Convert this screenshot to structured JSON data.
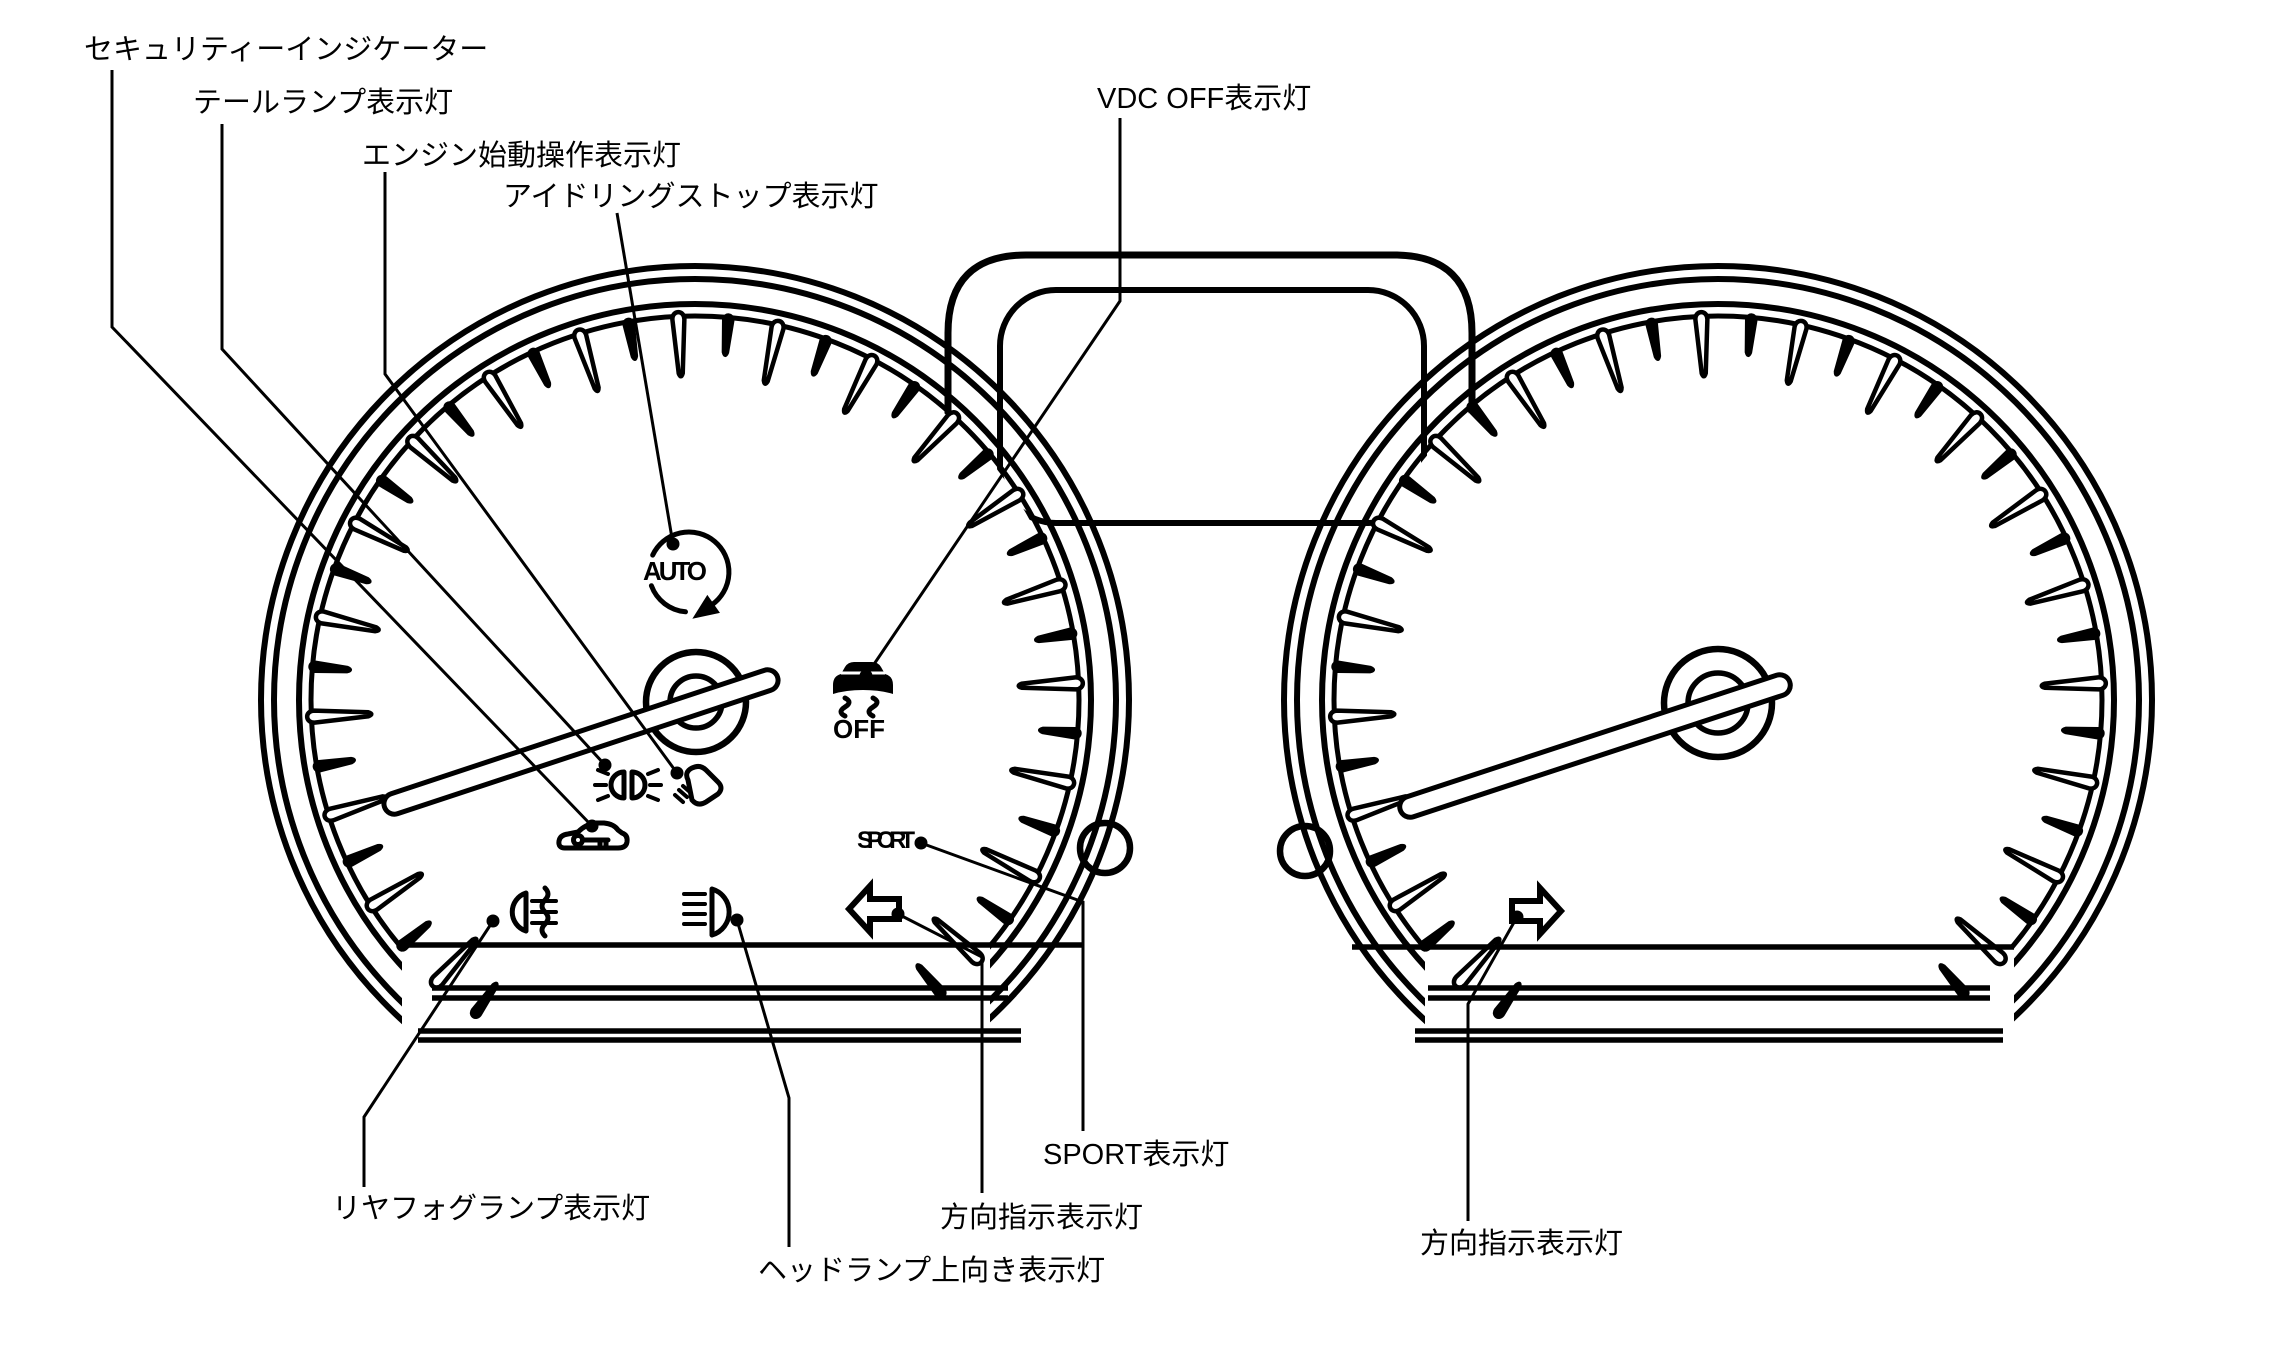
{
  "colors": {
    "ink": "#000000",
    "background": "#ffffff"
  },
  "callouts": {
    "security": "セキュリティーインジケーター",
    "tail_lamp": "テールランプ表示灯",
    "engine_start": "エンジン始動操作表示灯",
    "idling_stop": "アイドリングストップ表示灯",
    "vdc_off": "VDC OFF表示灯",
    "rear_fog": "リヤフォグランプ表示灯",
    "turn_signal_left": "方向指示表示灯",
    "headlamp_high": "ヘッドランプ上向き表示灯",
    "sport": "SPORT表示灯",
    "turn_signal_right": "方向指示表示灯"
  },
  "dial_texts": {
    "idling_stop_auto": "AUTO",
    "vdc_off_small": "OFF",
    "sport_small": "SPORT"
  },
  "icons": {
    "idling_stop": "auto-circular-arrow-icon",
    "tail_lamp": "tail-lamp-icon",
    "engine_start": "foot-pedal-icon",
    "security": "car-with-key-icon",
    "vdc_off": "car-skid-off-icon",
    "rear_fog": "rear-fog-lamp-icon",
    "headlamp_high": "high-beam-icon",
    "turn_left": "left-turn-arrow-icon",
    "turn_right": "right-turn-arrow-icon"
  }
}
